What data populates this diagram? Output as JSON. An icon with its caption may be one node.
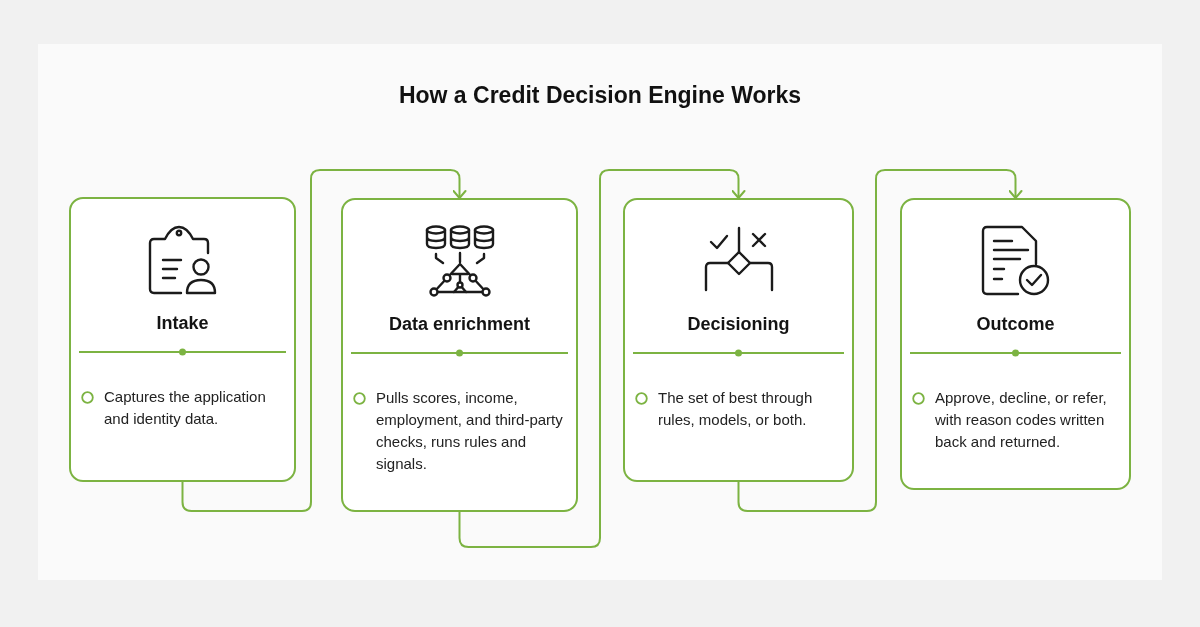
{
  "diagram": {
    "title": "How a Credit Decision Engine Works",
    "nodes": [
      {
        "text": [
          "Intake",
          "Captures the application and identity data."
        ]
      },
      {
        "text": [
          "Data enrichment",
          "Pulls scores, income, employment, and third-party checks, runs rules and signals."
        ]
      },
      {
        "text": [
          "Decisioning",
          "The set of best through rules, models, or both."
        ]
      },
      {
        "text": [
          "Outcome",
          "Approve, decline, or refer, with reason codes written back and returned."
        ]
      }
    ],
    "edges": [
      {
        "from": 0,
        "to": 1,
        "arrow": "to"
      },
      {
        "from": 1,
        "to": 2,
        "arrow": "to"
      },
      {
        "from": 2,
        "to": 3,
        "arrow": "to"
      }
    ]
  }
}
